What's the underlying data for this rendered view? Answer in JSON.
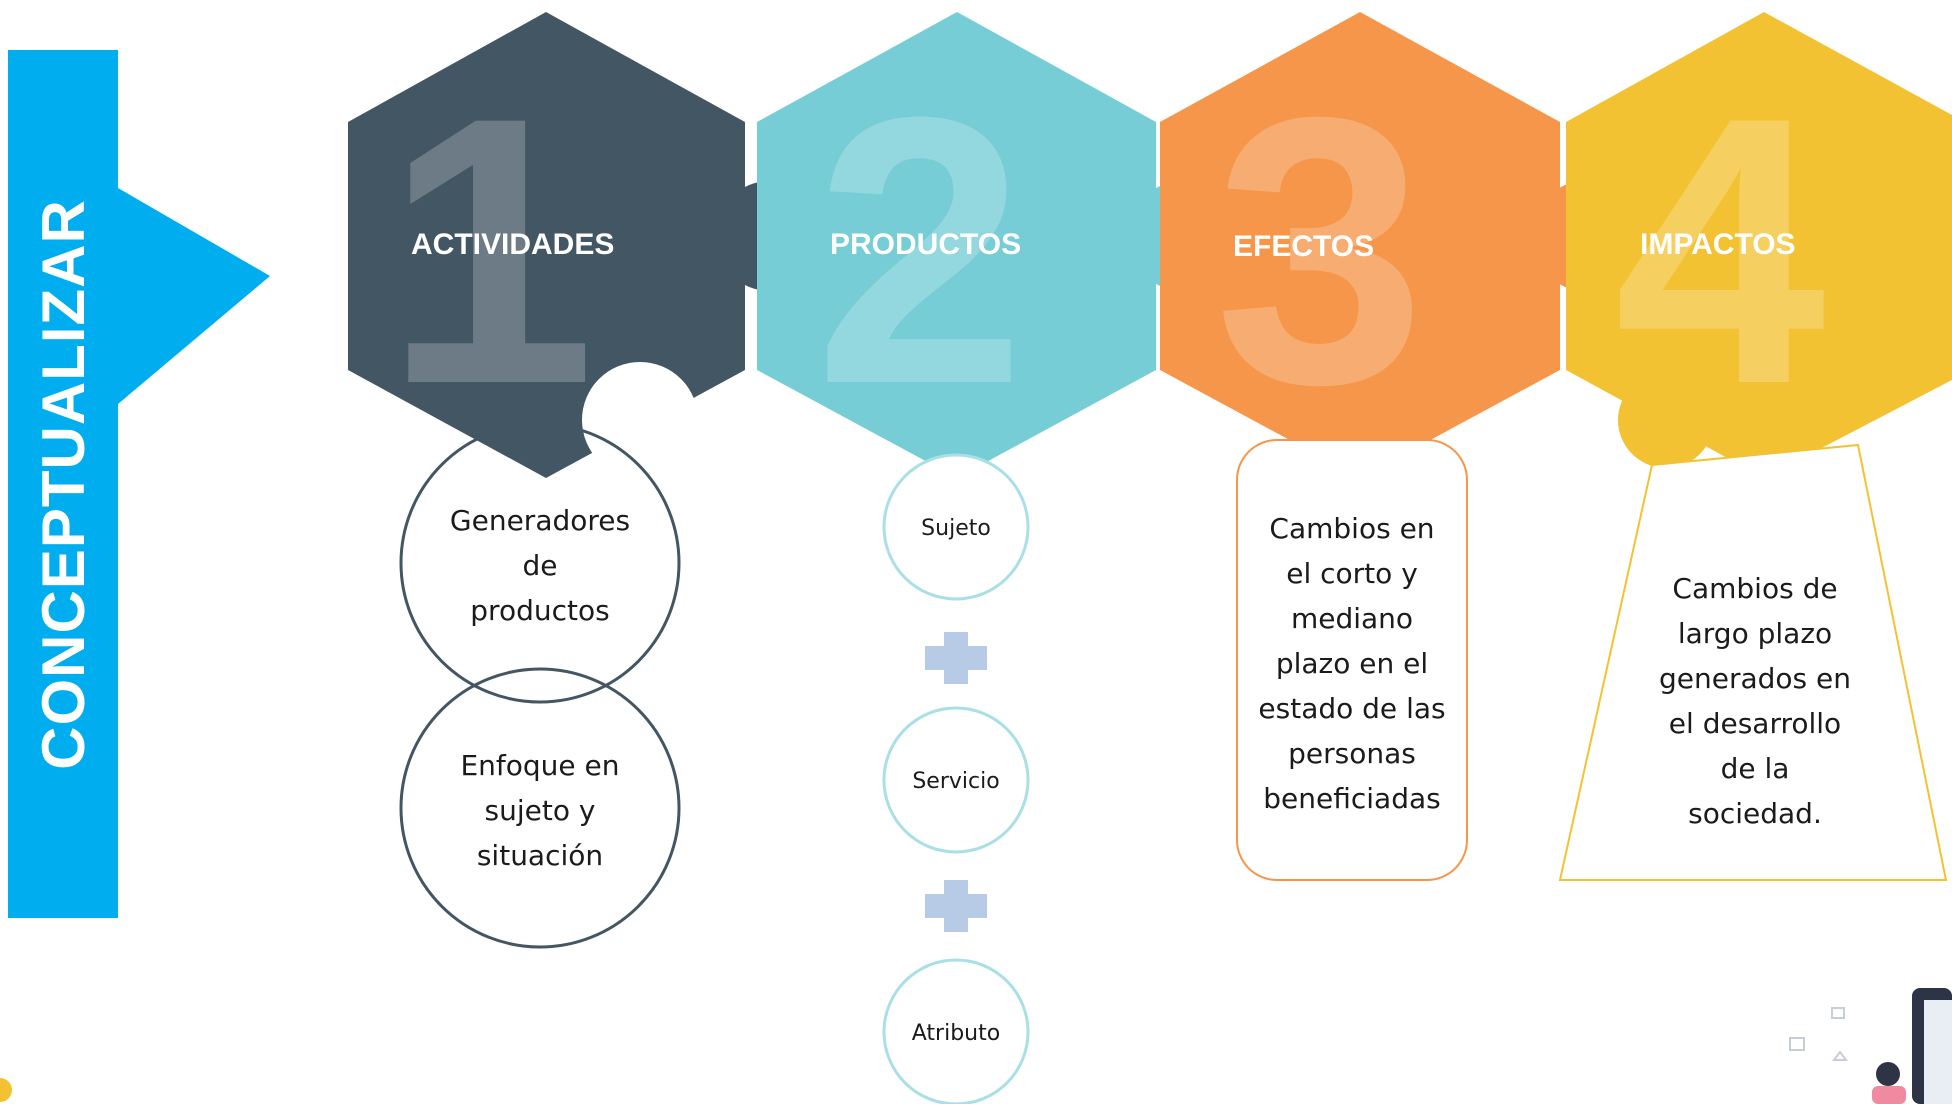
{
  "side_label": "CONCEPTUALIZAR",
  "colors": {
    "side_bar": "#00adef",
    "actividades": "#435663",
    "productos": "#77cdd6",
    "efectos": "#f5964a",
    "impactos": "#f3c233"
  },
  "stages": [
    {
      "number": "1",
      "title": "ACTIVIDADES"
    },
    {
      "number": "2",
      "title": "PRODUCTOS"
    },
    {
      "number": "3",
      "title": "EFECTOS"
    },
    {
      "number": "4",
      "title": "IMPACTOS"
    }
  ],
  "actividades": {
    "circle1": [
      "Generadores",
      "de",
      "productos"
    ],
    "circle2": [
      "Enfoque en",
      "sujeto y",
      "situación"
    ]
  },
  "productos": {
    "items": [
      "Sujeto",
      "Servicio",
      "Atributo"
    ]
  },
  "efectos": {
    "lines": [
      "Cambios en",
      "el corto y",
      "mediano",
      "plazo en el",
      "estado de las",
      "personas",
      "beneficiadas"
    ]
  },
  "impactos": {
    "lines": [
      "Cambios de",
      "largo plazo",
      "generados en",
      "el desarrollo",
      "de la",
      "sociedad."
    ]
  }
}
